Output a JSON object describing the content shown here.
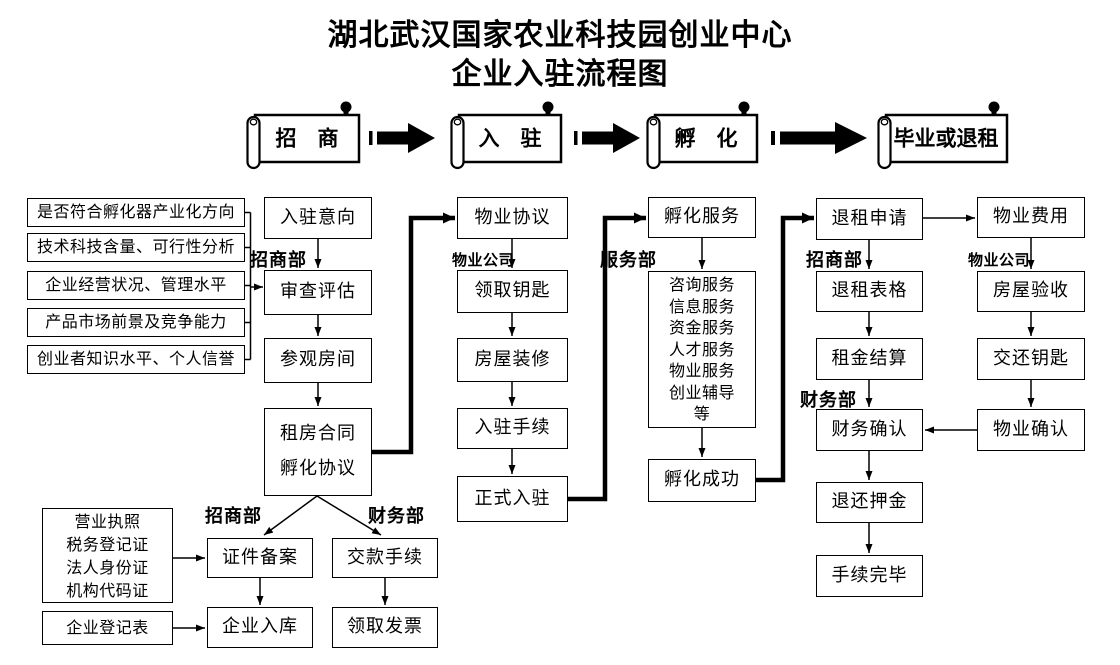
{
  "title": {
    "line1": "湖北武汉国家农业科技园创业中心",
    "line2": "企业入驻流程图"
  },
  "phases": [
    {
      "label": "招　商"
    },
    {
      "label": "入　驻"
    },
    {
      "label": "孵　化"
    },
    {
      "label": "毕业或退租"
    }
  ],
  "criteria": [
    "是否符合孵化器产业化方向",
    "技术科技含量、可行性分析",
    "企业经营状况、管理水平",
    "产品市场前景及竞争能力",
    "创业者知识水平、个人信誉"
  ],
  "recruit": {
    "intent": "入驻意向",
    "dept": "招商部",
    "review": "审查评估",
    "visit": "参观房间",
    "contract_line1": "租房合同",
    "contract_line2": "孵化协议"
  },
  "movein": {
    "agreement": "物业协议",
    "dept": "物业公司",
    "keys": "领取钥匙",
    "renovation": "房屋装修",
    "procedure": "入驻手续",
    "official": "正式入驻"
  },
  "incubation": {
    "service": "孵化服务",
    "dept": "服务部",
    "services": [
      "咨询服务",
      "信息服务",
      "资金服务",
      "人才服务",
      "物业服务",
      "创业辅导",
      "等"
    ],
    "success": "孵化成功"
  },
  "exit": {
    "application": "退租申请",
    "dept1": "招商部",
    "form": "退租表格",
    "settlement": "租金结算",
    "dept2": "财务部",
    "finance_confirm": "财务确认",
    "deposit": "退还押金",
    "complete": "手续完毕"
  },
  "property": {
    "fee": "物业费用",
    "dept": "物业公司",
    "inspection": "房屋验收",
    "return_keys": "交还钥匙",
    "confirm": "物业确认"
  },
  "registration": {
    "dept1": "招商部",
    "dept2": "财务部",
    "docs": [
      "营业执照",
      "税务登记证",
      "法人身份证",
      "机构代码证"
    ],
    "form": "企业登记表",
    "filing": "证件备案",
    "storage": "企业入库",
    "payment": "交款手续",
    "invoice": "领取发票"
  },
  "colors": {
    "ink": "#000000",
    "background": "#ffffff"
  }
}
